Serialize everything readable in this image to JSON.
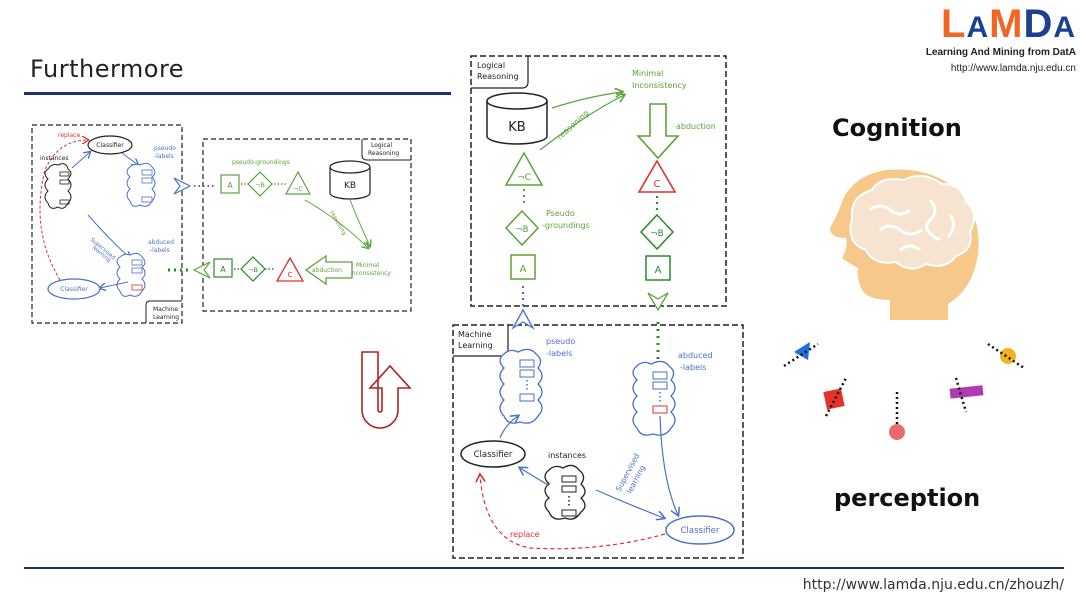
{
  "slide": {
    "title": "Furthermore",
    "footer_url": "http://www.lamda.nju.edu.cn/zhouzh/"
  },
  "logo": {
    "word_L": "L",
    "word_A": "A",
    "word_M": "M",
    "word_D": "D",
    "word_A2": "A",
    "subtitle": "Learning And Mining from DatA",
    "url": "http://www.lamda.nju.edu.cn"
  },
  "colors": {
    "title_rule": "#1f2e7a",
    "ml_blue": "#4a72c8",
    "lr_green": "#5aa43a",
    "abduced_red": "#e03030",
    "brain_skin": "#f6c98a"
  },
  "small_diagram": {
    "ml_box_label_1": "Machine",
    "ml_box_label_2": "Learning",
    "lr_box_label_1": "Logical",
    "lr_box_label_2": "Reasoning",
    "replace": "replace",
    "classifier_top": "Classifier",
    "instances": "instances",
    "pseudo_labels_1": "pseudo",
    "pseudo_labels_2": "-labels",
    "supervised_learning_1": "Supervised",
    "supervised_learning_2": "learning",
    "abduced_labels_1": "abduced",
    "abduced_labels_2": "-labels",
    "classifier_bottom": "Classifier",
    "pseudo_groundings": "pseudo-groundings",
    "sym_A": "A",
    "sym_notB": "¬B",
    "sym_notC": "¬C",
    "sym_C": "C",
    "kb": "KB",
    "reasoning": "reasoning",
    "abduction": "abduction",
    "minimal_1": "Minimal",
    "minimal_2": "Inconsistency"
  },
  "large_diagram": {
    "lr_box_label_1": "Logical",
    "lr_box_label_2": "Reasoning",
    "ml_box_label_1": "Machine",
    "ml_box_label_2": "Learning",
    "kb": "KB",
    "reasoning": "reasoning",
    "minimal_1": "Minimal",
    "minimal_2": "Inconsistency",
    "abduction": "abduction",
    "sym_notC": "¬C",
    "sym_C": "C",
    "sym_notB_left": "¬B",
    "sym_notB_right": "¬B",
    "sym_A_left": "A",
    "sym_A_right": "A",
    "pseudo_groundings_1": "Pseudo",
    "pseudo_groundings_2": "-groundings",
    "pseudo_labels_1": "pseudo",
    "pseudo_labels_2": "-labels",
    "abduced_labels_1": "abduced",
    "abduced_labels_2": "-labels",
    "classifier_left": "Classifier",
    "instances": "instances",
    "supervised_learning_1": "Supervised",
    "supervised_learning_2": "learning",
    "classifier_right": "Classifier",
    "replace": "replace"
  },
  "right_panel": {
    "cognition": "Cognition",
    "perception": "perception",
    "icon": "brain-head-icon"
  }
}
